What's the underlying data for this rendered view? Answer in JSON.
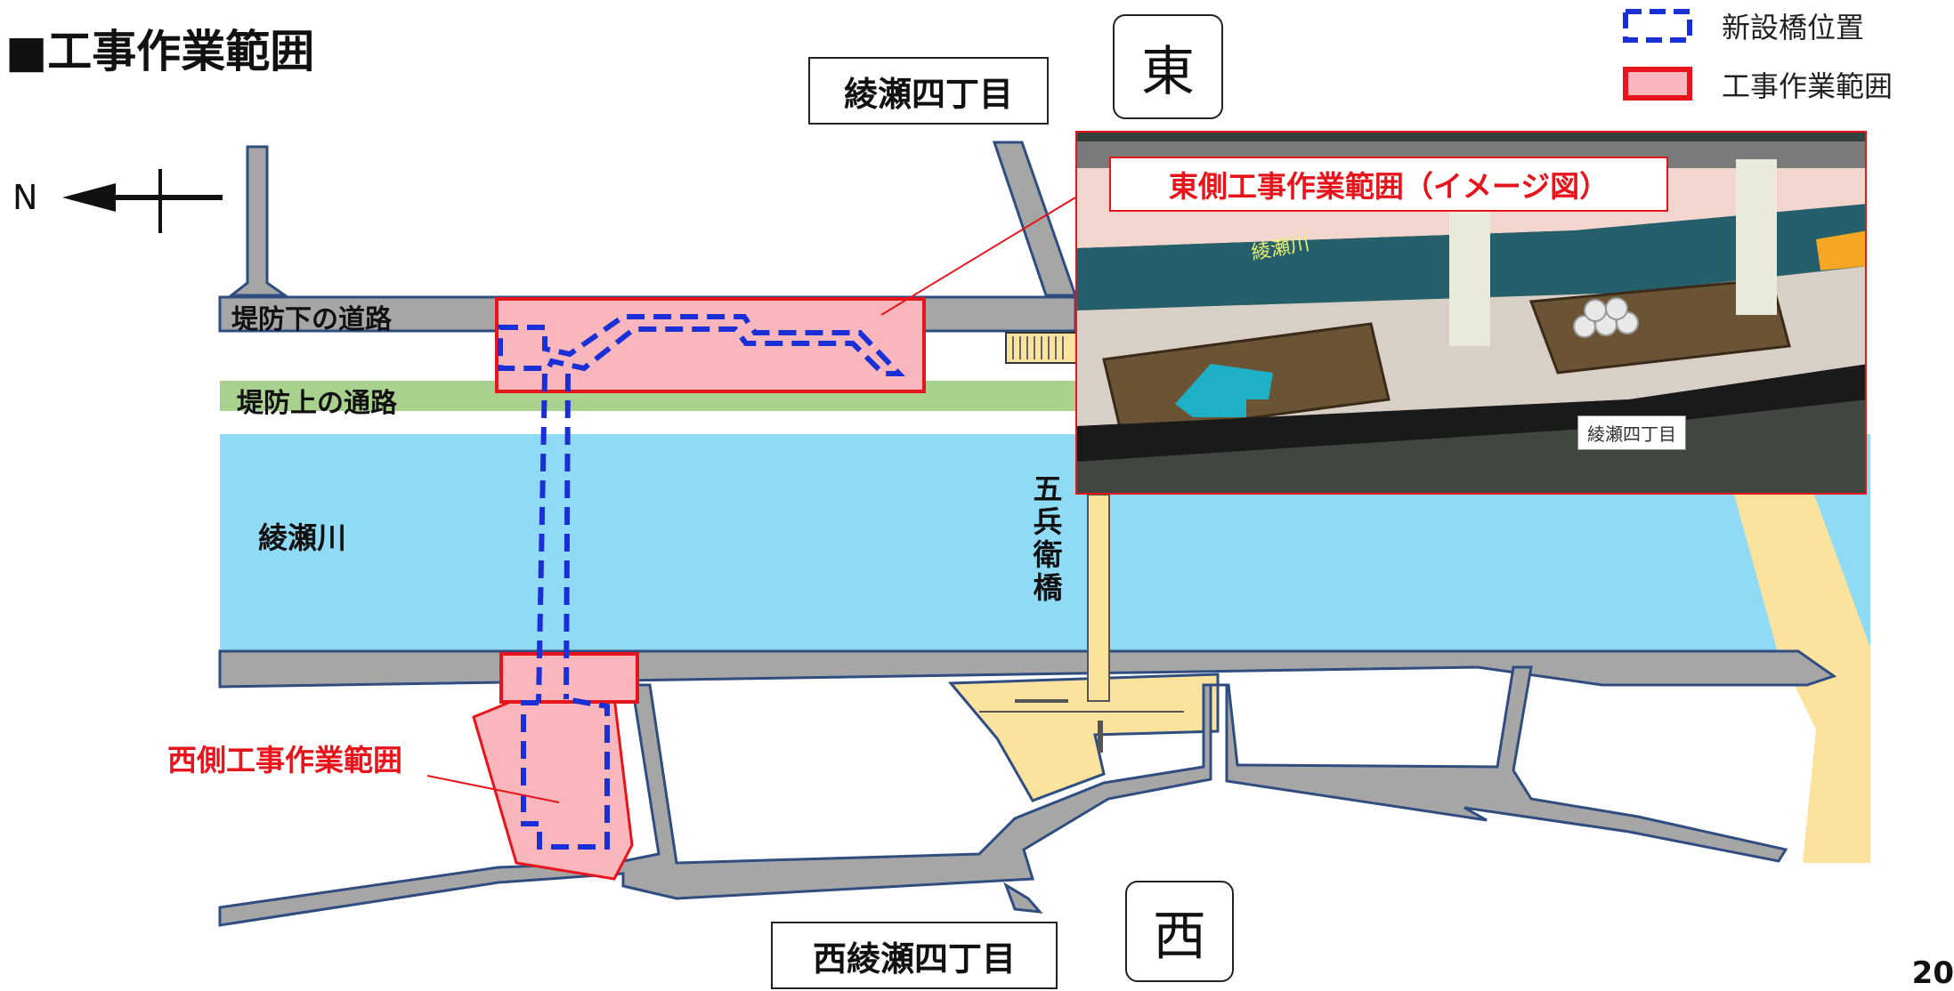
{
  "page": {
    "title": "■工事作業範囲",
    "page_number": "20"
  },
  "compass": {
    "east": "東",
    "west": "西",
    "north": "N"
  },
  "legend": {
    "new_bridge": "新設橋位置",
    "work_area": "工事作業範囲",
    "new_bridge_color": "#1a2fd6",
    "work_area_color": "#e8141b"
  },
  "place_labels": {
    "east_district": "綾瀬四丁目",
    "west_district": "西綾瀬四丁目"
  },
  "map_labels": {
    "road_below_levee": "堤防下の道路",
    "road_on_levee": "堤防上の通路",
    "river": "綾瀬川",
    "bridge": "五兵衛橋",
    "west_work_area": "西側工事作業範囲"
  },
  "inset": {
    "title": "東側工事作業範囲（イメージ図）",
    "river_label": "綾瀬川",
    "district_label": "綾瀬四丁目"
  },
  "colors": {
    "road": "#a6a6a6",
    "road_edge": "#2f4d80",
    "river": "#8fdaf5",
    "levee_path": "#a9d18e",
    "plaza": "#fbe29d",
    "work_fill": "#f9b6bd"
  }
}
